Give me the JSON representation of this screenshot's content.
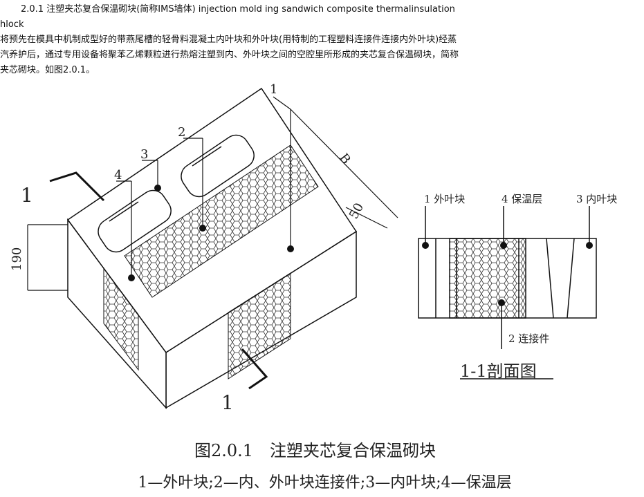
{
  "text": {
    "heading": "2.0.1 注塑夹芯复合保温砌块(简称IMS墙体) injection mold ing sandwich composite thermalinsulation",
    "heading_cont": "hlock",
    "body": [
      "将预先在模具中机制成型好的带燕尾槽的轻骨料混凝土内叶块和外叶块(用特制的工程塑料连接件连接内外叶块)经蒸",
      "汽养护后，通过专用设备将聚苯乙烯颗粒进行热熔注塑到内、外叶块之间的空腔里所形成的夹芯复合保温砌块，简称",
      "夹芯砌块。如图2.0.1。"
    ]
  },
  "figure": {
    "block_callouts": [
      "1",
      "2",
      "3",
      "4"
    ],
    "section_markers": [
      "1",
      "1"
    ],
    "dimensions": {
      "width": "B",
      "leaf": "50",
      "height": "190"
    },
    "section_labels": [
      "1 外叶块",
      "4 保温层",
      "3 内叶块",
      "2 连接件"
    ],
    "section_title": "1-1剖面图",
    "caption": "图2.0.1　注塑夹芯复合保温砌块",
    "legend": "1—外叶块;2—内、外叶块连接件;3—内叶块;4—保温层"
  }
}
